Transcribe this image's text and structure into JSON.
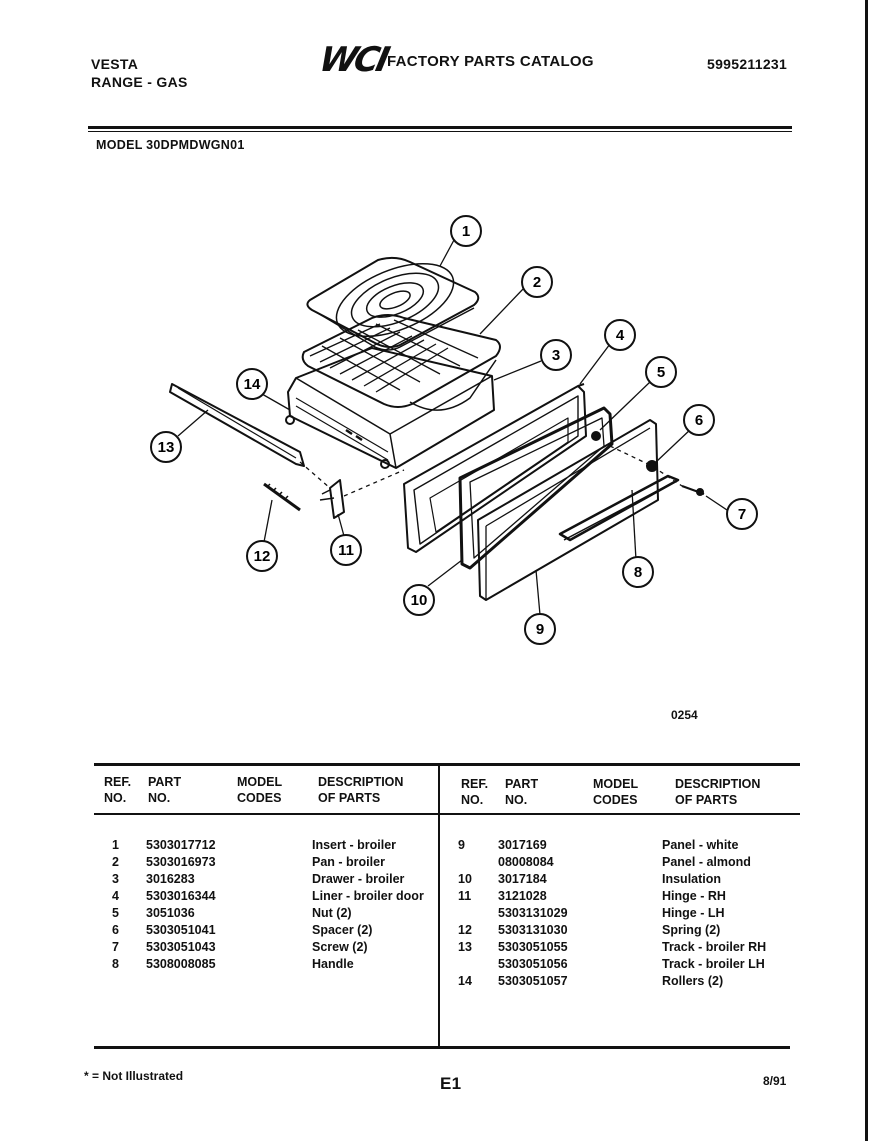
{
  "header": {
    "brand": "VESTA",
    "product": "RANGE - GAS",
    "logo": "WCI",
    "catalog_title": "FACTORY PARTS CATALOG",
    "catalog_number": "5995211231",
    "model_line": "MODEL 30DPMDWGN01"
  },
  "diagram": {
    "figure_code": "0254",
    "callouts": [
      "1",
      "2",
      "3",
      "4",
      "5",
      "6",
      "7",
      "8",
      "9",
      "10",
      "11",
      "12",
      "13",
      "14"
    ]
  },
  "table": {
    "left_headers": {
      "ref": "REF.\nNO.",
      "part": "PART\nNO.",
      "model": "MODEL\nCODES",
      "desc": "DESCRIPTION\nOF PARTS"
    },
    "right_headers": {
      "ref": "REF.\nNO.",
      "part": "PART\nNO.",
      "model": "MODEL\nCODES",
      "desc": "DESCRIPTION\nOF PARTS"
    },
    "left_rows": [
      {
        "ref": "1",
        "part": "5303017712",
        "model": "",
        "desc": "Insert - broiler"
      },
      {
        "ref": "2",
        "part": "5303016973",
        "model": "",
        "desc": "Pan - broiler"
      },
      {
        "ref": "3",
        "part": "3016283",
        "model": "",
        "desc": "Drawer - broiler"
      },
      {
        "ref": "4",
        "part": "5303016344",
        "model": "",
        "desc": "Liner - broiler door"
      },
      {
        "ref": "5",
        "part": "3051036",
        "model": "",
        "desc": "Nut (2)"
      },
      {
        "ref": "6",
        "part": "5303051041",
        "model": "",
        "desc": "Spacer (2)"
      },
      {
        "ref": "7",
        "part": "5303051043",
        "model": "",
        "desc": "Screw (2)"
      },
      {
        "ref": "8",
        "part": "5308008085",
        "model": "",
        "desc": "Handle"
      }
    ],
    "right_rows": [
      {
        "ref": "9",
        "part": "3017169",
        "model": "",
        "desc": "Panel - white"
      },
      {
        "ref": "",
        "part": "08008084",
        "model": "",
        "desc": "Panel - almond"
      },
      {
        "ref": "10",
        "part": "3017184",
        "model": "",
        "desc": "Insulation"
      },
      {
        "ref": "11",
        "part": "3121028",
        "model": "",
        "desc": "Hinge - RH"
      },
      {
        "ref": "",
        "part": "5303131029",
        "model": "",
        "desc": "Hinge - LH"
      },
      {
        "ref": "12",
        "part": "5303131030",
        "model": "",
        "desc": "Spring (2)"
      },
      {
        "ref": "13",
        "part": "5303051055",
        "model": "",
        "desc": "Track - broiler RH"
      },
      {
        "ref": "",
        "part": "5303051056",
        "model": "",
        "desc": "Track - broiler LH"
      },
      {
        "ref": "14",
        "part": "5303051057",
        "model": "",
        "desc": "Rollers (2)"
      }
    ]
  },
  "footer": {
    "note": "* = Not Illustrated",
    "page_id": "E1",
    "date": "8/91"
  }
}
